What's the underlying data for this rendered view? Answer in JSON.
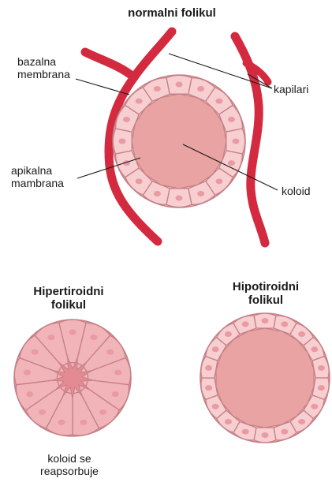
{
  "titles": {
    "normal": "normalni folikul",
    "hyper_line1": "Hipertiroidni",
    "hyper_line2": "folikul",
    "hypo_line1": "Hipotiroidni",
    "hypo_line2": "folikul"
  },
  "labels": {
    "bazalna_line1": "bazalna",
    "bazalna_line2": "membrana",
    "kapilari": "kapilari",
    "apikalna_line1": "apikalna",
    "apikalna_line2": "mambrana",
    "koloid": "koloid",
    "reabs_line1": "koloid se",
    "reabs_line2": "reapsorbuje"
  },
  "colors": {
    "capillary": "#d42a3f",
    "cell_fill": "#f7cfd1",
    "cell_stroke": "#c57f86",
    "nucleus": "#ea9aa3",
    "colloid": "#e8a3a2",
    "hyper_cell": "#f0b4b9",
    "hyper_colloid": "#e38a93",
    "leader": "#1a1a1a"
  }
}
